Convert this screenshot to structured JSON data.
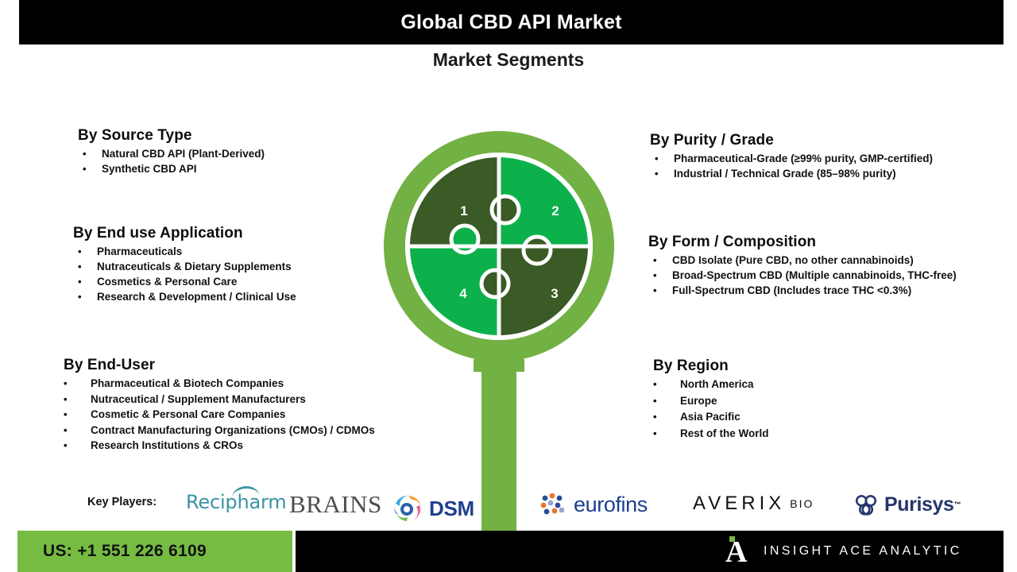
{
  "header": {
    "title": "Global CBD API Market",
    "subtitle": "Market Segments",
    "bar_color": "#000000"
  },
  "segments": {
    "source_type": {
      "heading": "By Source Type",
      "items": [
        "Natural CBD API (Plant-Derived)",
        "Synthetic CBD API"
      ]
    },
    "end_use_application": {
      "heading": "By End use Application",
      "items": [
        "Pharmaceuticals",
        "Nutraceuticals & Dietary Supplements",
        "Cosmetics & Personal Care",
        "Research & Development / Clinical Use"
      ]
    },
    "end_user": {
      "heading": "By End-User",
      "items": [
        "Pharmaceutical & Biotech Companies",
        "Nutraceutical / Supplement Manufacturers",
        "Cosmetic & Personal Care Companies",
        "Contract Manufacturing Organizations (CMOs) / CDMOs",
        "Research Institutions & CROs"
      ]
    },
    "purity_grade": {
      "heading": "By Purity / Grade",
      "items": [
        "Pharmaceutical-Grade (≥99% purity, GMP-certified)",
        "Industrial / Technical Grade (85–98% purity)"
      ]
    },
    "form_composition": {
      "heading": "By Form / Composition",
      "items": [
        "CBD Isolate (Pure CBD, no other cannabinoids)",
        "Broad-Spectrum CBD (Multiple cannabinoids, THC-free)",
        "Full-Spectrum CBD (Includes trace THC <0.3%)"
      ]
    },
    "region": {
      "heading": "By Region",
      "items": [
        "North America",
        "Europe",
        "Asia Pacific",
        "Rest of the World"
      ]
    }
  },
  "bullet_glyph": "•",
  "magnifier": {
    "ring_color": "#72b143",
    "dark_green": "#3a5a26",
    "bright_green": "#0db14b",
    "piece_numbers": [
      "1",
      "2",
      "3",
      "4"
    ]
  },
  "key_players": {
    "label": "Key Players:",
    "logos": [
      {
        "name": "Recipharm",
        "text": "Recipharm",
        "color": "#3a93a5"
      },
      {
        "name": "BRAINS",
        "text": "BRAINS",
        "color": "#4d4d4d"
      },
      {
        "name": "DSM",
        "text": "DSM",
        "color": "#1f3f8f"
      },
      {
        "name": "eurofins",
        "text": "eurofins",
        "color": "#1c3f94"
      },
      {
        "name": "AVERIX BIO",
        "text": "AVERIX",
        "suffix": "BIO",
        "color": "#111111"
      },
      {
        "name": "Purisys",
        "text": "Purisys",
        "trademark": "™",
        "color": "#25356b"
      }
    ]
  },
  "footer": {
    "phone": "US: +1 551 226 6109",
    "phone_bg": "#76bc43",
    "brand_name": "INSIGHT ACE ANALYTIC",
    "brand_letter": "A",
    "brand_bg": "#000000",
    "brand_accent": "#7ab648"
  }
}
